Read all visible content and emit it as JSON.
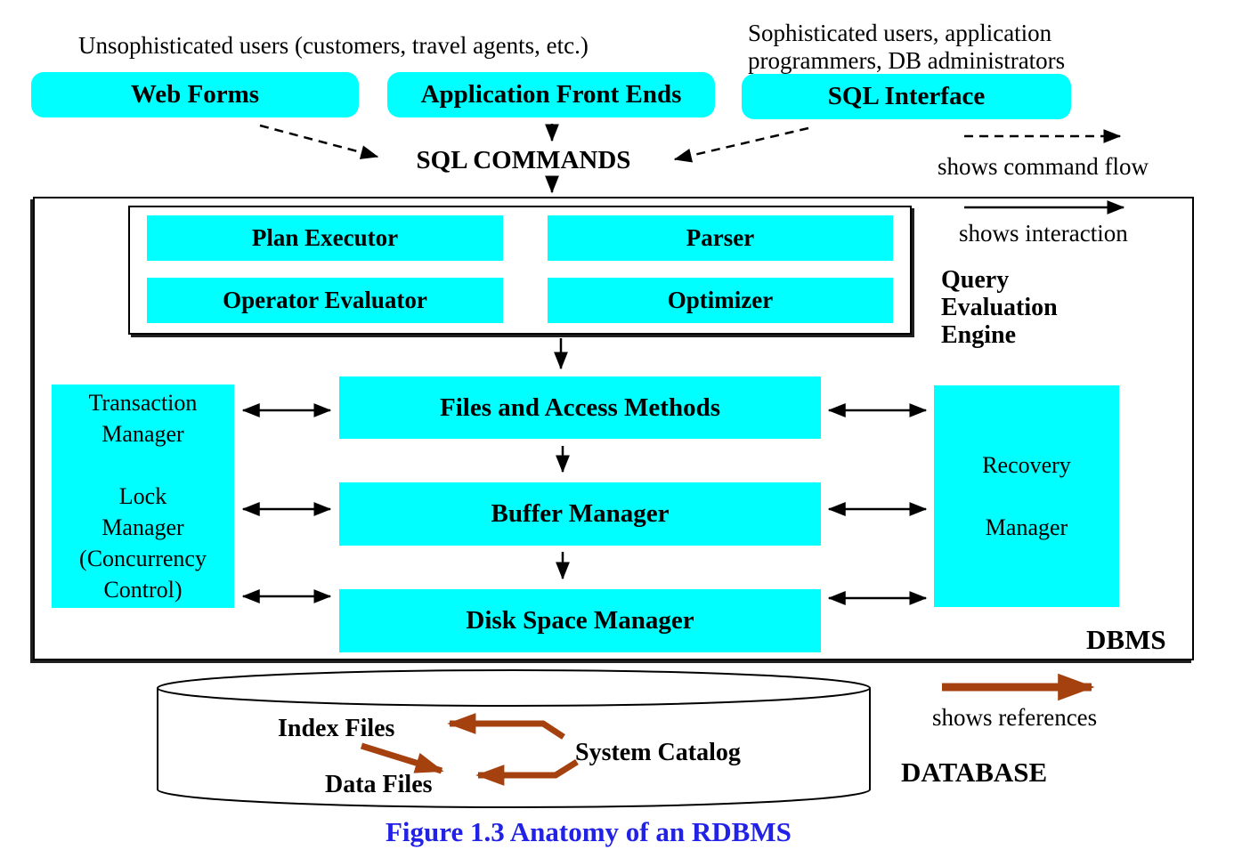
{
  "colors": {
    "box_fill": "#00FFFF",
    "reference_arrow": "#A5400F",
    "caption_color": "#2222E6"
  },
  "top": {
    "unsophisticated_label": "Unsophisticated users (customers, travel agents, etc.)",
    "sophisticated_label_lines": [
      "Sophisticated users, application",
      "programmers, DB administrators"
    ],
    "web_forms": "Web Forms",
    "application_front_ends": "Application Front Ends",
    "sql_interface": "SQL Interface",
    "sql_commands": "SQL COMMANDS"
  },
  "legend": {
    "command_flow": "shows command flow",
    "interaction": "shows interaction",
    "references": "shows references"
  },
  "dbms": {
    "label": "DBMS",
    "query_engine": {
      "label_lines": [
        "Query",
        "Evaluation",
        "Engine"
      ],
      "plan_executor": "Plan Executor",
      "parser": "Parser",
      "operator_evaluator": "Operator Evaluator",
      "optimizer": "Optimizer"
    },
    "transaction_lock_lines": [
      "Transaction",
      "Manager",
      "",
      "Lock",
      "Manager",
      "(Concurrency",
      "Control)"
    ],
    "files_access": "Files and Access Methods",
    "buffer": "Buffer Manager",
    "disk": "Disk Space Manager",
    "recovery_lines": [
      "Recovery",
      "Manager"
    ]
  },
  "database": {
    "label": "DATABASE",
    "index_files": "Index Files",
    "data_files": "Data Files",
    "system_catalog": "System Catalog"
  },
  "caption": "Figure 1.3 Anatomy of an RDBMS"
}
